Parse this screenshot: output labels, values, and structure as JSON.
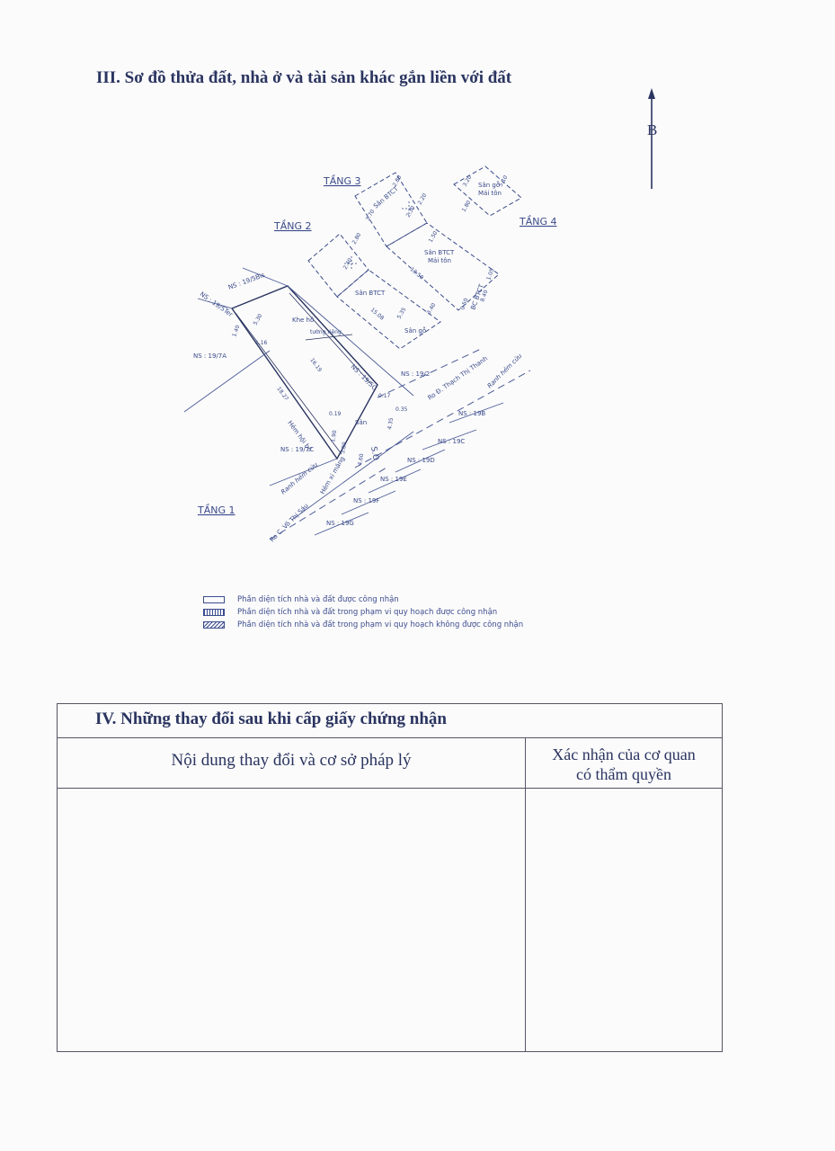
{
  "section3": {
    "title": "III. Sơ đồ thửa đất, nhà ở và tài sản khác gắn liền với đất",
    "north_label": "B",
    "floor_labels": [
      "TẦNG 3",
      "TẦNG 2",
      "TẦNG 4",
      "TẦNG 1"
    ],
    "plan_texts": {
      "san_btct_1": "Sân BTCT",
      "san_btct_mai_ton_1": "Sân BTCT",
      "mai_ton_1": "Mái tôn",
      "san_go_mai_ton_1": "Sân gỗ",
      "mai_ton_2": "Mái tôn",
      "san_btct_2": "Sân BTCT",
      "san_go_2": "Sân gỗ",
      "ban_cong": "BC BTCT",
      "khe_ho": "Khe hở",
      "tuong_rieng": "tường riêng",
      "san_ground": "Sân",
      "hem_hoi_bo": "Hẻm hội bộ",
      "hem_xi_mang": "Hẻm xi măng",
      "road_vo_thi_sau": "Ro C. Võ Thị Sáu",
      "road_thach_thi_thanh": "Ro Đ. Thạch Thị Thanh",
      "ranh_hem_1": "Ranh hẻm cứu",
      "ranh_hem_2": "Ranh hẻm cứu",
      "ns_195bis": "NS : 19/5Bis",
      "ns_195ter": "NS : 19/5Ter",
      "ns_197a": "NS : 19/7A",
      "ns_195c": "NS : 19/5C",
      "ns_192": "NS : 19/2",
      "ns_197c": "NS : 19/7C",
      "ns_19b": "NS : 19B",
      "ns_19c": "NS : 19C",
      "ns_19d": "NS : 19D",
      "ns_19e": "NS : 19E",
      "ns_19f": "NS : 19F",
      "ns_19g": "NS : 19G",
      "so_label": "S.O"
    },
    "dimensions": [
      "5.30",
      "1.16",
      "1.40",
      "16.19",
      "18.27",
      "0.17",
      "0.19",
      "0.35",
      "4.35",
      "3.80",
      "4.60",
      "2.30",
      "2.80",
      "2.20",
      "3.70",
      "1.50",
      "13.50",
      "5.35",
      "3.40",
      "2.40",
      "1.05",
      "3.20",
      "5.10",
      "1.80",
      "8.40",
      "2.80",
      "0.50",
      "15.08",
      "1.90"
    ],
    "legend": [
      "Phần diện tích nhà và đất được công nhận",
      "Phần diện tích nhà và đất trong phạm vi quy hoạch được công nhận",
      "Phần diện tích nhà và đất trong phạm vi quy hoạch không được công nhận"
    ]
  },
  "section4": {
    "title": "IV. Những thay đổi sau khi cấp giấy chứng nhận",
    "col_left": "Nội dung thay đổi và cơ sở pháp lý",
    "col_right_line1": "Xác nhận của cơ quan",
    "col_right_line2": "có thẩm quyền"
  }
}
